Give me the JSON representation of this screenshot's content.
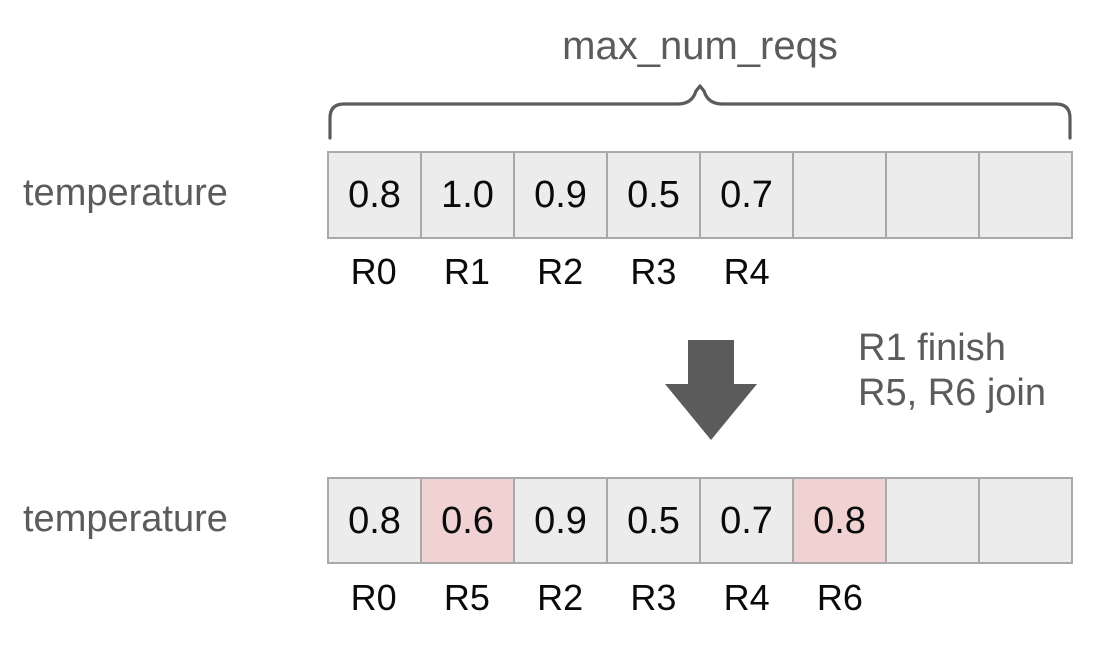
{
  "diagram": {
    "capacity_label": "max_num_reqs",
    "row_label": "temperature",
    "transition_note": [
      "R1 finish",
      "R5, R6 join"
    ],
    "colors": {
      "cell_fill": "#ececec",
      "cell_border": "#a9a9a9",
      "highlight_fill": "#f1d2d2",
      "text_gray": "#5b5b5b",
      "text_black": "#0a0a0a",
      "arrow_fill": "#5b5b5b"
    },
    "before": {
      "label": "temperature",
      "num_slots": 8,
      "values": [
        "0.8",
        "1.0",
        "0.9",
        "0.5",
        "0.7",
        "",
        "",
        ""
      ],
      "request_ids": [
        "R0",
        "R1",
        "R2",
        "R3",
        "R4",
        "",
        "",
        ""
      ],
      "highlighted": [
        false,
        false,
        false,
        false,
        false,
        false,
        false,
        false
      ]
    },
    "after": {
      "label": "temperature",
      "num_slots": 8,
      "values": [
        "0.8",
        "0.6",
        "0.9",
        "0.5",
        "0.7",
        "0.8",
        "",
        ""
      ],
      "request_ids": [
        "R0",
        "R5",
        "R2",
        "R3",
        "R4",
        "R6",
        "",
        ""
      ],
      "highlighted": [
        false,
        true,
        false,
        false,
        false,
        true,
        false,
        false
      ]
    }
  }
}
